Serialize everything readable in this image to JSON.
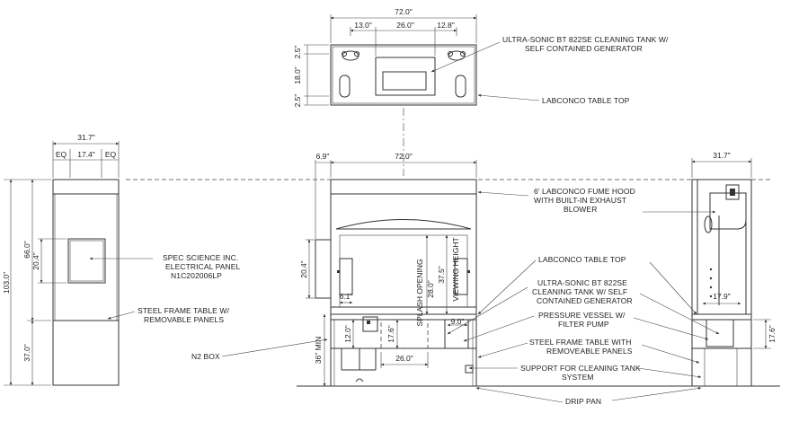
{
  "plan_view": {
    "overall_width": "72.0\"",
    "left_offset": "13.0\"",
    "tank_width": "26.0\"",
    "right_offset": "12.8\"",
    "top_margin": "2.5\"",
    "depth": "18.0\"",
    "bottom_margin": "2.5\""
  },
  "left_view": {
    "overall_width": "31.7\"",
    "eq_left": "EQ",
    "inner_width": "17.4\"",
    "eq_right": "EQ",
    "overall_height": "103.0\"",
    "hood_height": "66.0\"",
    "panel_height": "20.4\"",
    "table_height": "37.0\""
  },
  "front_view": {
    "left_offset": "6.9\"",
    "overall_width": "72.0\"",
    "panel_height": "20.4\"",
    "min_height": "36\" MIN",
    "opening_width": "6.1\"",
    "splash_opening_label": "SPLASH OPENING",
    "splash_opening_value": "28.0\"",
    "viewing_height_value": "37.5\"",
    "viewing_height_label": "VIEWING HEIGHT",
    "vessel_height": "12.0\"",
    "tank_height": "17.6\"",
    "vessel_width": "9.0\"",
    "tank_width": "26.0\""
  },
  "side_view": {
    "overall_width": "31.7\"",
    "tank_depth": "17.9\"",
    "tank_height": "17.6\""
  },
  "callouts": {
    "ultrasonic_top": [
      "ULTRA-SONIC BT 822SE CLEANING TANK W/",
      "SELF CONTAINED GENERATOR"
    ],
    "labconco_top_plan": "LABCONCO TABLE TOP",
    "fume_hood": [
      "6' LABCONCO FUME HOOD",
      "WITH BUILT-IN EXHAUST",
      "BLOWER"
    ],
    "spec_science": [
      "SPEC SCIENCE INC.",
      "ELECTRICAL PANEL",
      "N1C202006LP"
    ],
    "steel_frame_left": [
      "STEEL FRAME TABLE W/",
      "REMOVABLE PANELS"
    ],
    "n2_box": "N2 BOX",
    "labconco_top_front": "LABCONCO TABLE TOP",
    "ultrasonic_front": [
      "ULTRA-SONIC BT 822SE",
      "CLEANING TANK W/ SELF",
      "CONTAINED GENERATOR"
    ],
    "pressure_vessel": [
      "PRESSURE VESSEL W/",
      "FILTER PUMP"
    ],
    "steel_frame_right": [
      "STEEL FRAME TABLE WITH",
      "REMOVEABLE PANELS"
    ],
    "support": [
      "SUPPORT FOR CLEANING TANK",
      "SYSTEM"
    ],
    "drip_pan": "DRIP PAN"
  }
}
